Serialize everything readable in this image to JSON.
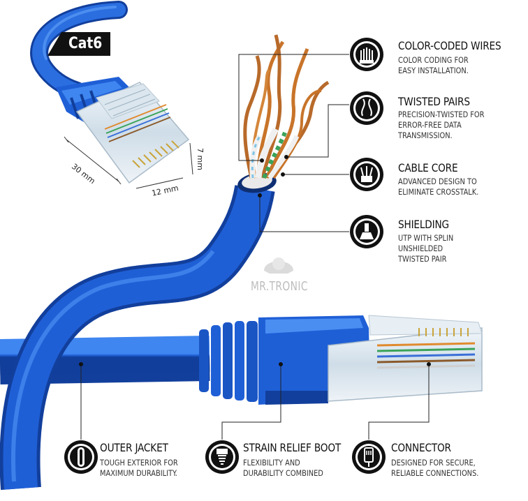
{
  "badge": {
    "label": "Cat6"
  },
  "dimensions": {
    "length": "30 mm",
    "width": "12 mm",
    "height": "7 mm"
  },
  "watermark": {
    "text": "MR.TRONIC"
  },
  "features": [
    {
      "title": "COLOR-CODED WIRES",
      "desc": [
        "COLOR CODING FOR",
        "EASY INSTALLATION."
      ],
      "icon": "wires-icon"
    },
    {
      "title": "TWISTED PAIRS",
      "desc": [
        "PRECISION-TWISTED FOR",
        "ERROR-FREE DATA",
        "TRANSMISSION."
      ],
      "icon": "twisted-pair-icon"
    },
    {
      "title": "CABLE CORE",
      "desc": [
        "ADVANCED DESIGN TO",
        "ELIMINATE CROSSTALK."
      ],
      "icon": "core-icon"
    },
    {
      "title": "SHIELDING",
      "desc": [
        "UTP WITH SPLIN",
        "UNSHIELDED",
        "TWISTED PAIR"
      ],
      "icon": "shield-brush-icon"
    },
    {
      "title": "OUTER JACKET",
      "desc": [
        "TOUGH EXTERIOR FOR",
        "MAXIMUM DURABILITY."
      ],
      "icon": "jacket-icon"
    },
    {
      "title": "STRAIN RELIEF BOOT",
      "desc": [
        "FLEXIBILITY AND",
        "DURABILITY COMBINED"
      ],
      "icon": "boot-icon"
    },
    {
      "title": "CONNECTOR",
      "desc": [
        "DESIGNED FOR SECURE,",
        "RELIABLE CONNECTIONS."
      ],
      "icon": "connector-icon"
    }
  ],
  "colors": {
    "cable": "#1f5fd6",
    "cable_dark": "#123f9c",
    "copper": "#c8742a",
    "text": "#111111"
  }
}
